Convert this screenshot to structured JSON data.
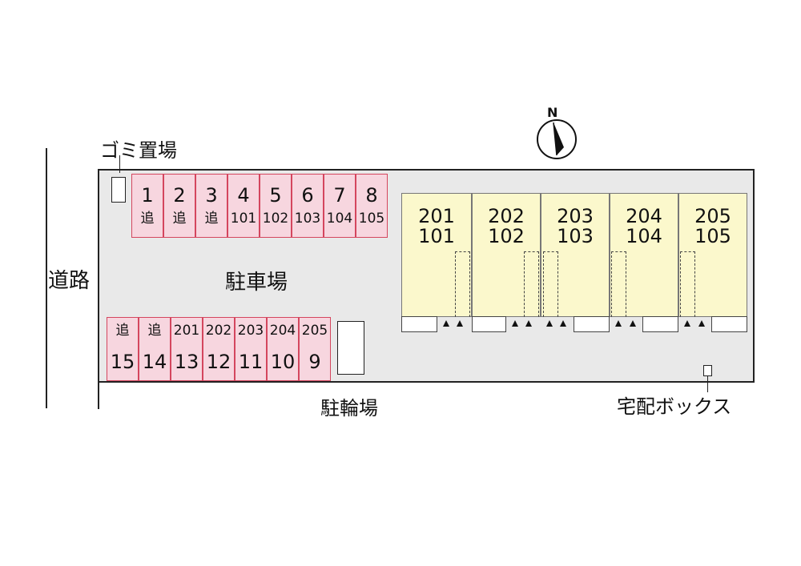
{
  "labels": {
    "road": "道路",
    "garbage": "ゴミ置場",
    "parking": "駐車場",
    "bicycle": "駐輪場",
    "delivery_box": "宅配ボックス",
    "north": "N"
  },
  "parking_top": [
    {
      "number": "1",
      "assignment": "追"
    },
    {
      "number": "2",
      "assignment": "追"
    },
    {
      "number": "3",
      "assignment": "追"
    },
    {
      "number": "4",
      "assignment": "101"
    },
    {
      "number": "5",
      "assignment": "102"
    },
    {
      "number": "6",
      "assignment": "103"
    },
    {
      "number": "7",
      "assignment": "104"
    },
    {
      "number": "8",
      "assignment": "105"
    }
  ],
  "parking_bottom": [
    {
      "number": "15",
      "assignment": "追"
    },
    {
      "number": "14",
      "assignment": "追"
    },
    {
      "number": "13",
      "assignment": "201"
    },
    {
      "number": "12",
      "assignment": "202"
    },
    {
      "number": "11",
      "assignment": "203"
    },
    {
      "number": "10",
      "assignment": "204"
    },
    {
      "number": "9",
      "assignment": "205"
    }
  ],
  "units": [
    {
      "upper": "201",
      "lower": "101"
    },
    {
      "upper": "202",
      "lower": "102"
    },
    {
      "upper": "203",
      "lower": "103"
    },
    {
      "upper": "204",
      "lower": "104"
    },
    {
      "upper": "205",
      "lower": "105"
    }
  ],
  "colors": {
    "parking_fill": "#f7d6df",
    "parking_border": "#d4465e",
    "building_fill": "#fbf8cc",
    "lot_fill": "#e9e9e9"
  }
}
